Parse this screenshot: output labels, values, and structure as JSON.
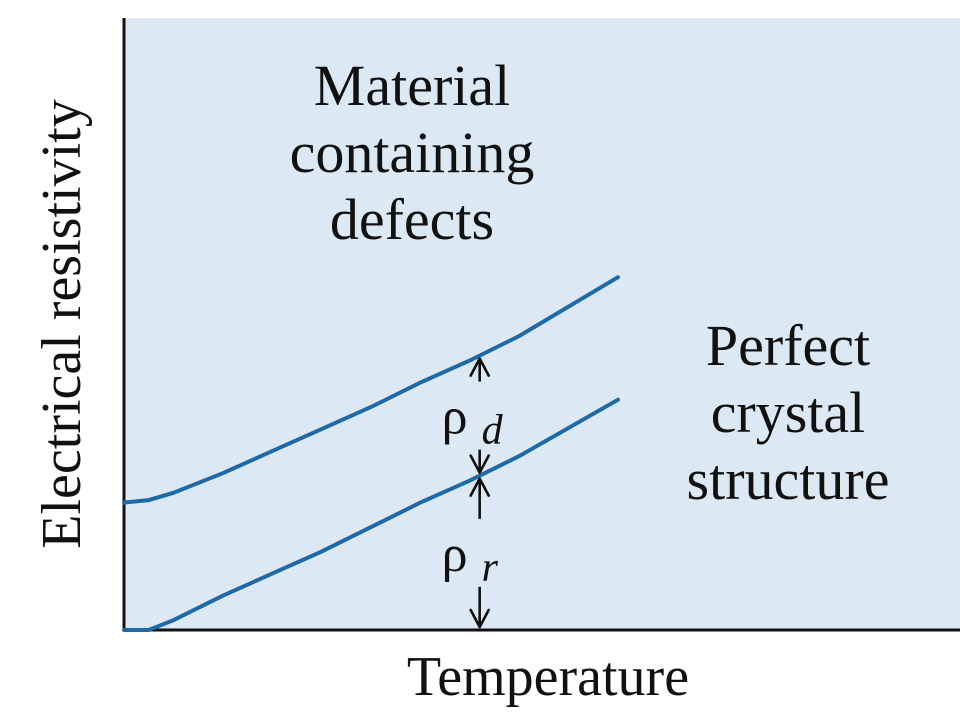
{
  "chart_data": {
    "type": "line",
    "xlabel": "Temperature",
    "ylabel": "Electrical resistivity",
    "grid": false,
    "colors": {
      "background": "#dde8f5",
      "line": "#1f6aa6",
      "axis": "#111111",
      "text": "#111111"
    },
    "series": [
      {
        "name": "Material containing defects",
        "label_lines": [
          "Material",
          "containing",
          "defects"
        ],
        "x": [
          0,
          0.05,
          0.1,
          0.2,
          0.3,
          0.4,
          0.5,
          0.6,
          0.7,
          0.8,
          1.0
        ],
        "y": [
          0.26,
          0.265,
          0.28,
          0.32,
          0.365,
          0.41,
          0.455,
          0.505,
          0.55,
          0.6,
          0.72
        ]
      },
      {
        "name": "Perfect crystal structure",
        "label_lines": [
          "Perfect",
          "crystal",
          "structure"
        ],
        "x": [
          0,
          0.05,
          0.1,
          0.2,
          0.3,
          0.4,
          0.5,
          0.6,
          0.7,
          0.8,
          1.0
        ],
        "y": [
          0.0,
          0.0,
          0.02,
          0.07,
          0.115,
          0.16,
          0.21,
          0.26,
          0.305,
          0.355,
          0.47
        ]
      }
    ],
    "annotations": [
      {
        "symbol": "ρ",
        "subscript": "d",
        "x": 0.72,
        "from_series": 1,
        "to_series": 0
      },
      {
        "symbol": "ρ",
        "subscript": "r",
        "x": 0.72,
        "from_axis": true,
        "to_series": 1
      }
    ]
  }
}
